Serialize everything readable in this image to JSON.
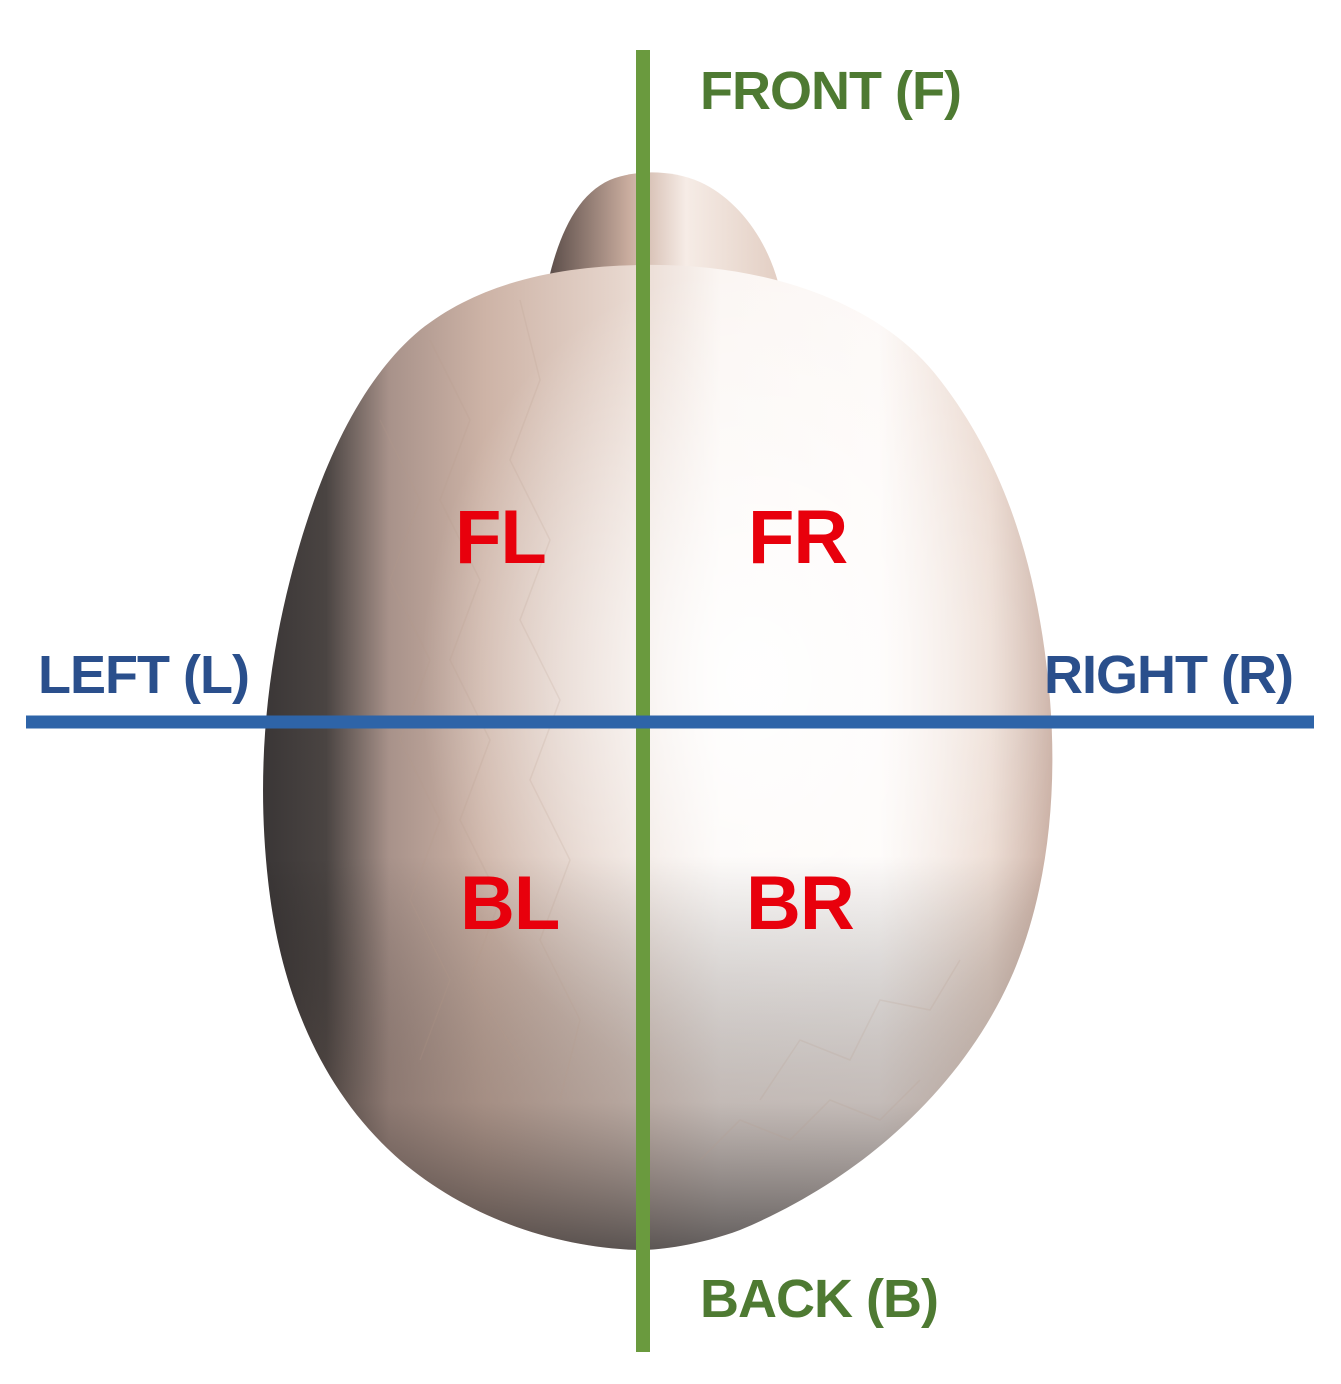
{
  "labels": {
    "front": "FRONT (F)",
    "back": "BACK (B)",
    "left": "LEFT (L)",
    "right": "RIGHT (R)"
  },
  "quadrants": {
    "front_left": "FL",
    "front_right": "FR",
    "back_left": "BL",
    "back_right": "BR"
  },
  "colors": {
    "front_back_axis": "#6a9a3e",
    "left_right_axis": "#2e64a8",
    "front_back_text": "#4e7a32",
    "left_right_text": "#2a4f8c",
    "quadrant_text": "#e8000c",
    "head_light": "#fbf3ef",
    "head_mid": "#d6b9ab",
    "head_dark": "#3c3838"
  }
}
